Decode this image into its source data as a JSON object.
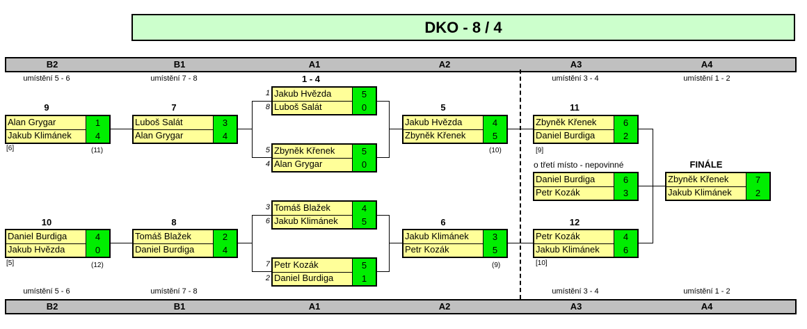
{
  "title": "DKO - 8 / 4",
  "columns": [
    "B2",
    "B1",
    "A1",
    "A2",
    "A3",
    "A4"
  ],
  "placings": {
    "b2": "umístění  5 - 6",
    "b1": "umístění  7 - 8",
    "a3": "umístění  3 - 4",
    "a4": "umístění  1 - 2"
  },
  "labels": {
    "a1_top": "1 - 4",
    "m9": "9",
    "m7": "7",
    "m5": "5",
    "m11": "11",
    "m10": "10",
    "m8": "8",
    "m6": "6",
    "m12": "12",
    "third": "o třetí místo - nepovinné",
    "final": "FINÁLE"
  },
  "notes": {
    "m9_seed": "[6]",
    "m9_ref": "(11)",
    "m5_ref": "(10)",
    "m11_seed": "[9]",
    "m10_seed": "[5]",
    "m10_ref": "(12)",
    "m6_ref": "(9)",
    "m12_seed": "[10]"
  },
  "matches": {
    "a1_1": {
      "p1": "Jakub Hvězda",
      "s1": "5",
      "seed1": "1",
      "p2": "Luboš Salát",
      "s2": "0",
      "seed2": "8"
    },
    "a1_2": {
      "p1": "Zbyněk Křenek",
      "s1": "5",
      "seed1": "5",
      "p2": "Alan Grygar",
      "s2": "0",
      "seed2": "4"
    },
    "a1_3": {
      "p1": "Tomáš Blažek",
      "s1": "4",
      "seed1": "3",
      "p2": "Jakub Klimánek",
      "s2": "5",
      "seed2": "6"
    },
    "a1_4": {
      "p1": "Petr Kozák",
      "s1": "5",
      "seed1": "7",
      "p2": "Daniel Burdiga",
      "s2": "1",
      "seed2": "2"
    },
    "m9": {
      "p1": "Alan Grygar",
      "s1": "1",
      "p2": "Jakub Klimánek",
      "s2": "4"
    },
    "m7": {
      "p1": "Luboš Salát",
      "s1": "3",
      "p2": "Alan Grygar",
      "s2": "4"
    },
    "m10": {
      "p1": "Daniel Burdiga",
      "s1": "4",
      "p2": "Jakub Hvězda",
      "s2": "0"
    },
    "m8": {
      "p1": "Tomáš Blažek",
      "s1": "2",
      "p2": "Daniel Burdiga",
      "s2": "4"
    },
    "m5": {
      "p1": "Jakub Hvězda",
      "s1": "4",
      "p2": "Zbyněk Křenek",
      "s2": "5"
    },
    "m6": {
      "p1": "Jakub Klimánek",
      "s1": "3",
      "p2": "Petr Kozák",
      "s2": "5"
    },
    "m11": {
      "p1": "Zbyněk Křenek",
      "s1": "6",
      "p2": "Daniel Burdiga",
      "s2": "2"
    },
    "third": {
      "p1": "Daniel Burdiga",
      "s1": "6",
      "p2": "Petr Kozák",
      "s2": "3"
    },
    "m12": {
      "p1": "Petr Kozák",
      "s1": "4",
      "p2": "Jakub Klimánek",
      "s2": "6"
    },
    "final": {
      "p1": "Zbyněk Křenek",
      "s1": "7",
      "p2": "Jakub Klimánek",
      "s2": "2"
    }
  }
}
